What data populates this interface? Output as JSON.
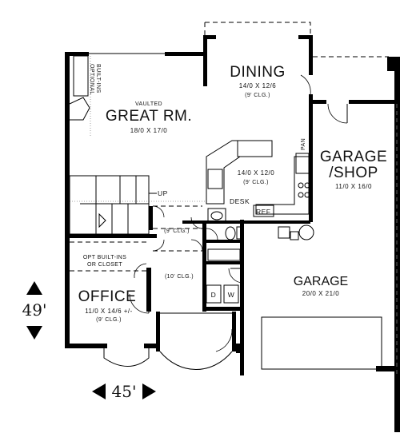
{
  "rooms": {
    "dining": {
      "name": "DINING",
      "dim": "14/0 X 12/6",
      "clg": "(9' CLG.)"
    },
    "great_room": {
      "vaulted": "VAULTED",
      "name": "GREAT RM.",
      "dim": "18/0 X 17/0",
      "built_ins": [
        "OPTIONAL",
        "BUILT-INS"
      ]
    },
    "kitchen": {
      "dim": "14/0 X 12/0",
      "clg": "(9' CLG.)"
    },
    "garage_shop": {
      "name_lines": [
        "GARAGE",
        "/SHOP"
      ],
      "dim": "11/0 X 16/0"
    },
    "garage": {
      "name": "GARAGE",
      "dim": "20/0 X 21/0"
    },
    "office": {
      "note_lines": [
        "OPT BUILT-INS",
        "OR CLOSET"
      ],
      "name": "OFFICE",
      "dim": "11/0 X 14/6 +/-",
      "clg": "(9' CLG.)"
    },
    "hall": {
      "clg": "(9' CLG.)"
    },
    "entry": {
      "clg": "(10' CLG.)"
    }
  },
  "fixtures": {
    "pan": "PAN",
    "desk": "DESK",
    "ref": "REF",
    "up": "UP",
    "dryer": "D",
    "washer": "W"
  },
  "overall": {
    "depth": "49'",
    "width": "45'"
  }
}
